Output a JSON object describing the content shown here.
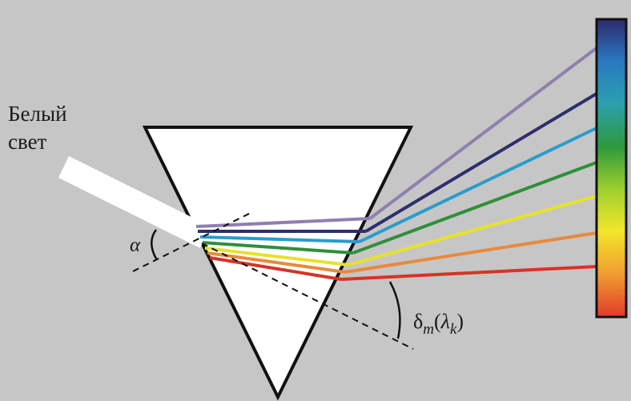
{
  "colors": {
    "background": "#c6c6c6",
    "prism_fill": "#ffffff",
    "prism_stroke": "#111111",
    "incident_beam": "#ffffff",
    "screen_border": "#111111"
  },
  "labels": {
    "white_light_line1": "Белый",
    "white_light_line2": "свет",
    "incidence_angle": "α",
    "deviation_symbol": "δ",
    "deviation_subscript": "m",
    "deviation_arg_open": "(",
    "deviation_lambda": "λ",
    "deviation_lambda_sub": "k",
    "deviation_arg_close": ")"
  },
  "spectrum": {
    "rays": [
      {
        "name": "violet",
        "color": "#8f7fb0"
      },
      {
        "name": "indigo",
        "color": "#2e2e6e"
      },
      {
        "name": "blue",
        "color": "#2a9ccc"
      },
      {
        "name": "green",
        "color": "#2f8f3a"
      },
      {
        "name": "yellow",
        "color": "#e6e22a"
      },
      {
        "name": "orange",
        "color": "#e88a3c"
      },
      {
        "name": "red",
        "color": "#d43526"
      }
    ],
    "screen_gradient": [
      "#2d2a6e",
      "#2a78c0",
      "#2aa0b0",
      "#2e9a3a",
      "#9ccf2e",
      "#f2e62a",
      "#f0a030",
      "#e23a2a"
    ]
  },
  "icons": {
    "angle_arc": "arc-icon"
  }
}
